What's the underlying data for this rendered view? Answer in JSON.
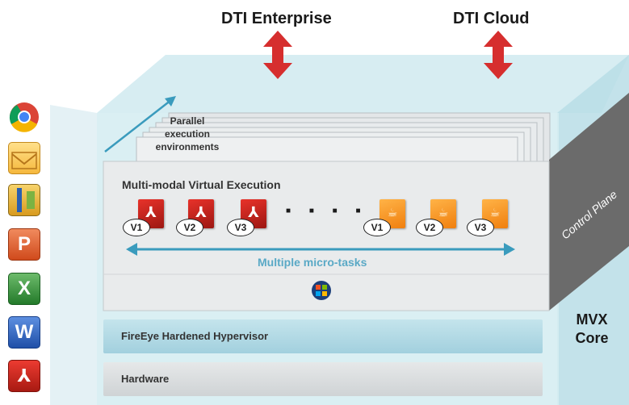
{
  "labels": {
    "dti_enterprise": "DTI Enterprise",
    "dti_cloud": "DTI Cloud",
    "parallel_line1": "Parallel",
    "parallel_line2": "execution",
    "parallel_line3": "environments",
    "mve_title": "Multi-modal Virtual Execution",
    "micro_tasks": "Multiple micro-tasks",
    "control_plane": "Control Plane",
    "mvx_line1": "MVX",
    "mvx_line2": "Core",
    "hypervisor": "FireEye Hardened Hypervisor",
    "hardware": "Hardware",
    "ellipsis": "■ ■ ■ ■"
  },
  "vms": {
    "pdf": [
      "V1",
      "V2",
      "V3"
    ],
    "java": [
      "V1",
      "V2",
      "V3"
    ]
  },
  "apps": [
    "chrome-icon",
    "outlook-mail-icon",
    "winzip-icon",
    "powerpoint-icon",
    "excel-icon",
    "word-icon",
    "adobe-pdf-icon"
  ],
  "colors": {
    "cube": "#bcdfe7",
    "arrow_red": "#d62e2e",
    "arrow_teal": "#3a9bbd",
    "control_plane": "#6b6b6b",
    "hypervisor_bar": "#a9d4e1",
    "hardware_bar": "#d9dcdd"
  }
}
